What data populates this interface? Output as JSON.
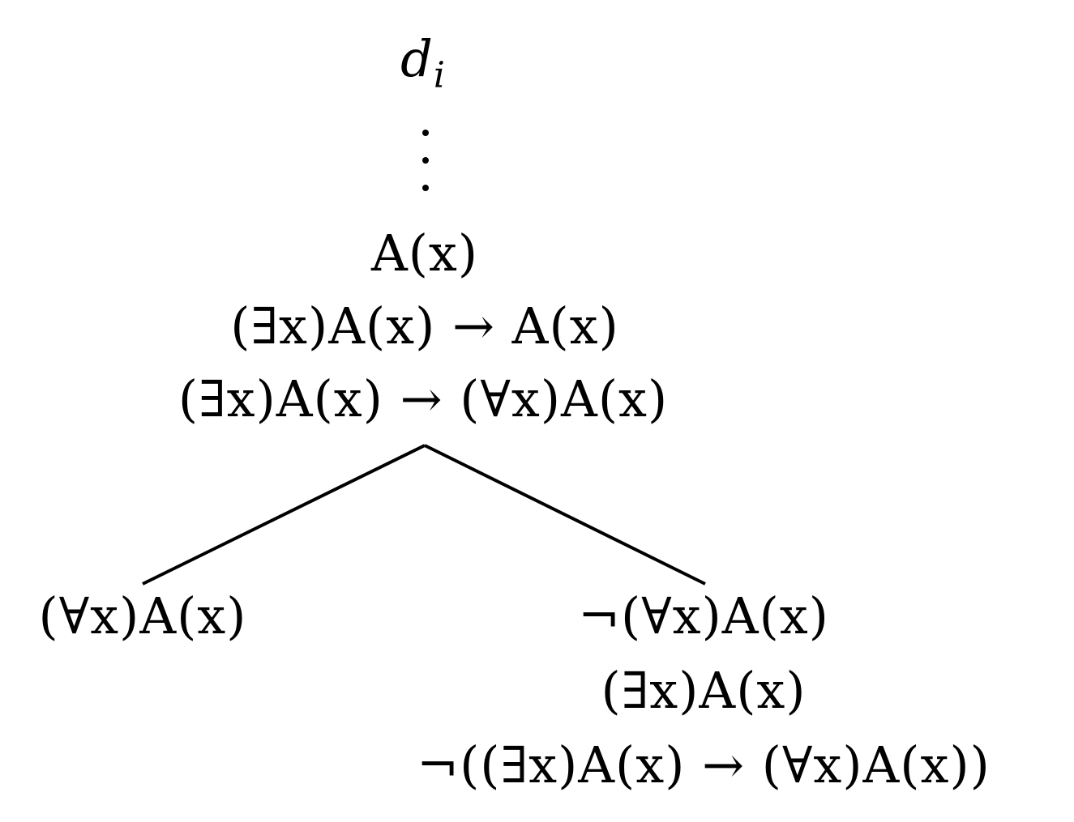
{
  "diagram": {
    "type": "semantic-tableau",
    "root": {
      "label": "d",
      "subscript": "i"
    },
    "trunk": {
      "ellipsis": "⋮",
      "nodes": [
        "A(x)",
        "(∃x)A(x) → A(x)",
        "(∃x)A(x) → (∀x)A(x)"
      ]
    },
    "branches": {
      "left": {
        "nodes": [
          "(∀x)A(x)"
        ]
      },
      "right": {
        "nodes": [
          "¬(∀x)A(x)",
          "(∃x)A(x)",
          "¬((∃x)A(x) → (∀x)A(x))"
        ]
      }
    },
    "style": {
      "line_color": "#000000",
      "background": "#ffffff"
    }
  }
}
